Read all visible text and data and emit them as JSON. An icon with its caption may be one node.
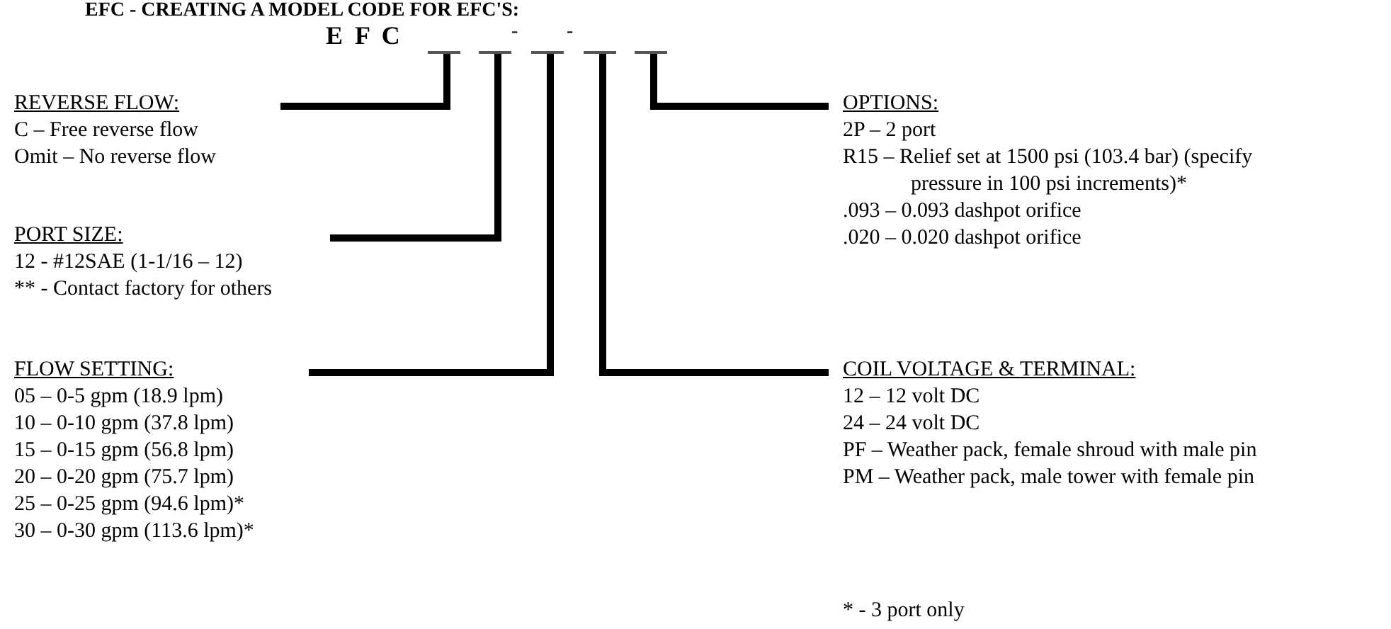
{
  "diagram": {
    "title": "EFC - CREATING A MODEL CODE FOR EFC'S:",
    "nodes": [
      {
        "text": [],
        "shape": "bar"
      },
      {
        "text": [],
        "shape": "bar"
      },
      {
        "text": [],
        "shape": "bar"
      },
      {
        "text": [],
        "shape": "bar"
      },
      {
        "text": [],
        "shape": "bar"
      },
      {
        "text": [
          "REVERSE FLOW:",
          "C – Free reverse flow",
          "Omit – No reverse flow"
        ]
      },
      {
        "text": [
          "PORT SIZE:",
          "12 - #12SAE (1-1/16 – 12)",
          "** - Contact factory for others"
        ]
      },
      {
        "text": [
          "FLOW SETTING:",
          "05 – 0-5 gpm (18.9 lpm)",
          "10 – 0-10 gpm (37.8 lpm)",
          "15 – 0-15 gpm (56.8 lpm)",
          "20 – 0-20 gpm (75.7 lpm)",
          "25 – 0-25 gpm (94.6 lpm)*",
          "30 – 0-30 gpm (113.6 lpm)*"
        ]
      },
      {
        "text": [
          "OPTIONS:",
          "2P – 2 port",
          "R15 – Relief set at 1500 psi (103.4 bar) (specify pressure in 100 psi increments)*",
          ".093 – 0.093 dashpot orifice",
          ".020 – 0.020 dashpot orifice"
        ]
      },
      {
        "text": [
          "COIL VOLTAGE & TERMINAL:",
          "12 – 12 volt DC",
          "24 – 24 volt DC",
          "PF – Weather pack, female shroud with male pin",
          "PM – Weather pack, male tower with female pin"
        ]
      }
    ],
    "edges": [
      {
        "from": 0,
        "to": 5,
        "arrow": "none"
      },
      {
        "from": 1,
        "to": 6,
        "arrow": "none"
      },
      {
        "from": 2,
        "to": 7,
        "arrow": "none"
      },
      {
        "from": 3,
        "to": 9,
        "arrow": "none"
      },
      {
        "from": 4,
        "to": 8,
        "arrow": "none"
      }
    ],
    "labels": [
      "E F C",
      "-",
      "-",
      "* - 3 port only"
    ]
  }
}
